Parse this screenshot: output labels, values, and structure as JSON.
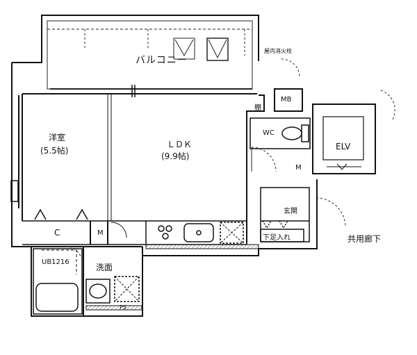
{
  "rooms": {
    "balcony": "バルコニー",
    "western_room": "洋室",
    "western_room_size": "(5.5帖)",
    "ldk": "ＬＤＫ",
    "ldk_size": "(9.9帖)",
    "closet": "C",
    "storage_m1": "M",
    "storage_m2": "M",
    "mb": "MB",
    "wc": "WC",
    "elv": "ELV",
    "entrance": "玄関",
    "shoe_storage": "下足入れ",
    "bath": "UB1216",
    "washroom": "洗面",
    "ps": "PS",
    "shelf": "棚",
    "hydrant": "屋内消火栓",
    "corridor": "共用廊下"
  },
  "colors": {
    "wall": "#111111",
    "hatch": "#555555",
    "line": "#222222"
  }
}
